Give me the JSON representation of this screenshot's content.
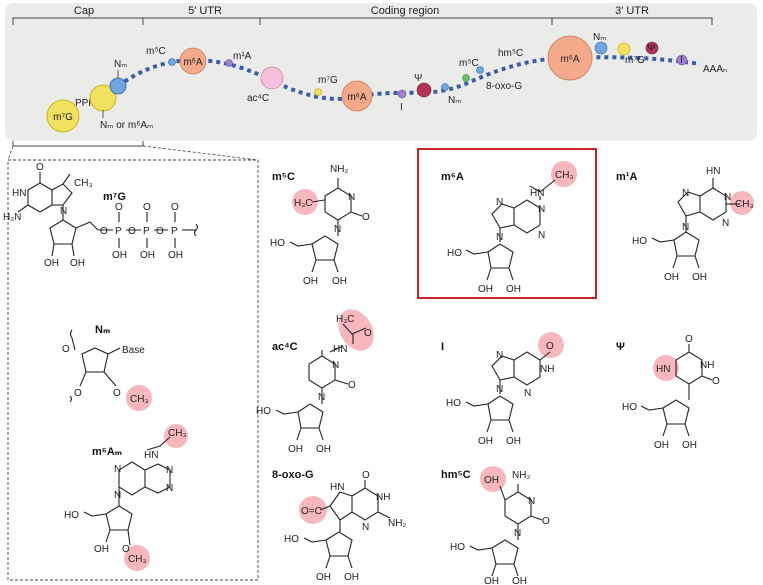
{
  "regions": {
    "cap": "Cap",
    "utr5": "5′ UTR",
    "coding": "Coding region",
    "utr3": "3′ UTR"
  },
  "strand": {
    "m7G": "m⁷G",
    "ppp": "PPP",
    "nm": "Nₘ",
    "nm_or_m6am": "Nₘ or m⁶Aₘ",
    "m5c_1": "m⁵C",
    "m6a_1": "m⁶A",
    "m1a": "m¹A",
    "ac4c": "ac⁴C",
    "m7g_int": "m⁷G",
    "m6a_2": "m⁶A",
    "i": "I",
    "psi": "Ψ",
    "nm_int": "Nₘ",
    "m5c_2": "m⁵C",
    "hm5c": "hm⁵C",
    "oxo": "8-oxo-G",
    "m6a_3": "m⁶A",
    "nm_3": "Nₘ",
    "m7g_3": "m⁷G",
    "psi_3": "Ψ",
    "i_3": "I",
    "polya": "AAAₙ"
  },
  "molecules": {
    "m7g": "m⁷G",
    "nm": "Nₘ",
    "m6am": "m⁶Aₘ",
    "m5c": "m⁵C",
    "m6a": "m⁶A",
    "m1a": "m¹A",
    "ac4c": "ac⁴C",
    "inosine": "I",
    "psi": "Ψ",
    "oxog": "8-oxo-G",
    "hm5c": "hm⁵C"
  },
  "atoms": {
    "oh": "OH",
    "ho": "HO",
    "o": "O",
    "n": "N",
    "nh": "NH",
    "hn": "HN",
    "nh2": "NH₂",
    "h2n": "H₂N",
    "ch3": "CH₃",
    "h3c": "H₃C",
    "hn_m6a": "HN",
    "base": "Base",
    "p": "P",
    "eq_o": "O=C"
  },
  "colors": {
    "panel_bg": "#ebebea",
    "strand": "#3a5fa8",
    "m7g_fill": "#f2e15e",
    "m6a_fill": "#f4a98a",
    "nm_fill": "#6fa7e0",
    "pink_fill": "#f6c0dc",
    "purple_fill": "#a07fd0",
    "oxo_fill": "#6fbf6a",
    "highlight": "#f8b6bd",
    "selected_box": "#cc2222"
  }
}
